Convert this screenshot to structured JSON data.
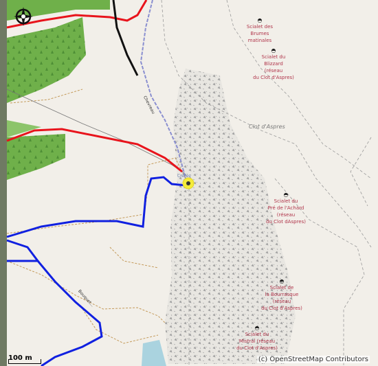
{
  "caves": [
    {
      "icon": "cave-icon",
      "lines": [
        "Scialet des",
        "Brumes",
        "matinales"
      ]
    },
    {
      "icon": "cave-icon",
      "lines": [
        "Scialet du",
        "Blizzard",
        "(réseau",
        "du Clot d'Aspres)"
      ]
    },
    {
      "icon": "cave-icon",
      "lines": [
        "Scialet du",
        "Pré de l'Achard",
        "(réseau",
        "du Clot dAspres)"
      ]
    },
    {
      "icon": "cave-icon",
      "lines": [
        "Scialet de",
        "la Bourrasque",
        "(réseau",
        "du Clot d'Aspres)"
      ]
    },
    {
      "icon": "cave-icon",
      "lines": [
        "Scialet du",
        "Mistral (réseau",
        "du Clot d'Aspres)"
      ]
    }
  ],
  "area_label": "Clot d'Aspres",
  "road_labels": [
    "Chevreau",
    "Bouquet..."
  ],
  "peak_label": "Crêtes",
  "scale_label": "100 m",
  "attribution": "(c) OpenStreetMap Contributors",
  "colors": {
    "primary_road": "#e8141c",
    "track_blue": "#1020e0",
    "forest": "#6fb04a",
    "rock": "#b3b3b3",
    "water": "#aad3df",
    "background": "#f2efe9"
  }
}
